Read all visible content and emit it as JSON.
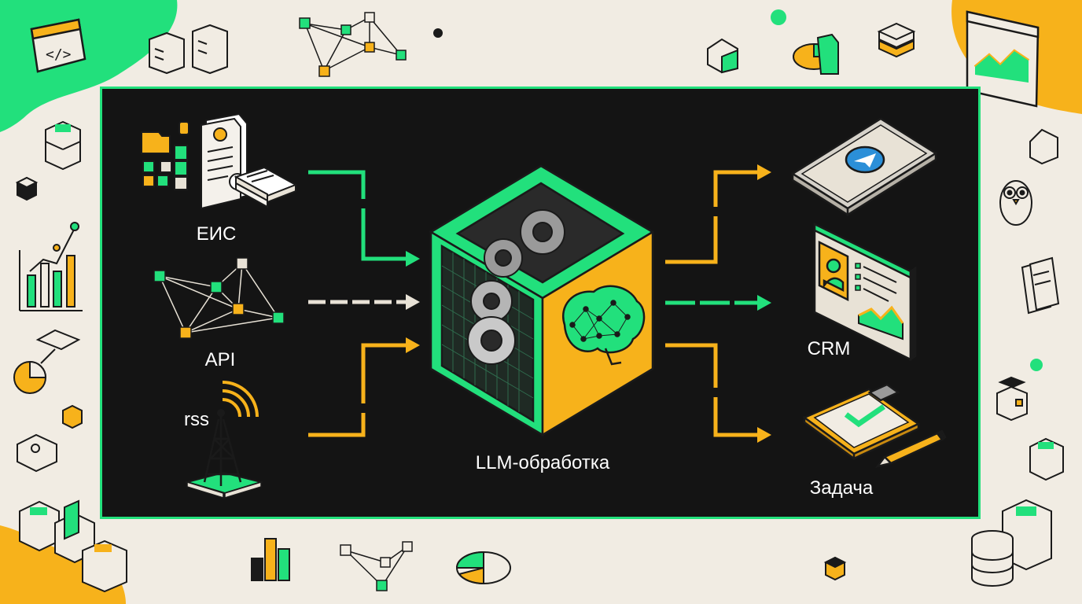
{
  "colors": {
    "background": "#f1ece3",
    "panel": "#141414",
    "accent_green": "#22e07c",
    "accent_orange": "#f7b21b",
    "arrow_neutral": "#e8e2d6",
    "text": "#ffffff"
  },
  "diagram": {
    "inputs": [
      {
        "id": "eis",
        "label": "ЕИС",
        "icon": "documents-icon",
        "arrow": "green"
      },
      {
        "id": "api",
        "label": "API",
        "icon": "network-graph-icon",
        "arrow": "neutral"
      },
      {
        "id": "rss",
        "label": "rss",
        "icon": "radio-tower-icon",
        "arrow": "orange"
      }
    ],
    "processor": {
      "label": "LLM-обработка",
      "icon": "cube-brain-gears-icon"
    },
    "outputs": [
      {
        "id": "telegram",
        "label": "",
        "icon": "telegram-phone-icon",
        "arrow": "orange"
      },
      {
        "id": "crm",
        "label": "CRM",
        "icon": "crm-dashboard-icon",
        "arrow": "green"
      },
      {
        "id": "task",
        "label": "Задача",
        "icon": "clipboard-check-icon",
        "arrow": "orange"
      }
    ]
  }
}
